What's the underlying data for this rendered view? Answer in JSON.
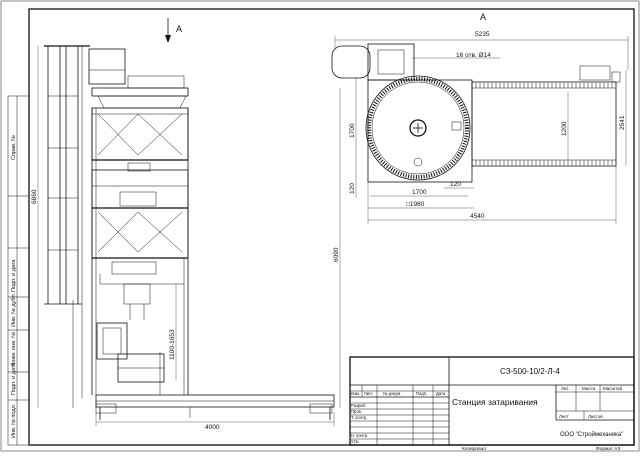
{
  "side_strip": {
    "cells": [
      "Инв. № подл.",
      "Подп. и дата",
      "Взам. инв. №",
      "Инв. № дубл.",
      "Подп. и дата",
      "Справ. №"
    ]
  },
  "front_view": {
    "view_marker": "A",
    "dimensions": {
      "overall_height": "6860",
      "height_right": "6090",
      "fill_height": "1100-1653",
      "conveyor_length": "4000"
    }
  },
  "top_view": {
    "view_label": "A",
    "dimensions": {
      "overall_width": "5235",
      "holes": "16 отв. Ø14",
      "left_1700": "1700",
      "left_120": "120",
      "ring_1200": "1200",
      "right_2541": "2541",
      "bottom_1700": "1700",
      "bottom_120": "120",
      "square_1980": "□1980",
      "base_4540": "4540"
    }
  },
  "title_block": {
    "doc_code": "СЗ-500-10/2-Л-4",
    "title": "Станция затаривания",
    "company": "ООО \"Строймеханика\"",
    "columns": {
      "izm": "Изм.",
      "list": "Лист",
      "doc_no": "№ докум.",
      "sign": "Подп.",
      "date": "Дата"
    },
    "rows": [
      "Разраб.",
      "Пров.",
      "Т. контр.",
      "",
      "Н. контр.",
      "Утв."
    ],
    "lit": "Лит.",
    "mass": "Масса",
    "scale": "Масштаб",
    "sheet": "Лист",
    "sheets": "Листов"
  },
  "footer": {
    "copied": "Копировал",
    "format": "Формат А3"
  }
}
